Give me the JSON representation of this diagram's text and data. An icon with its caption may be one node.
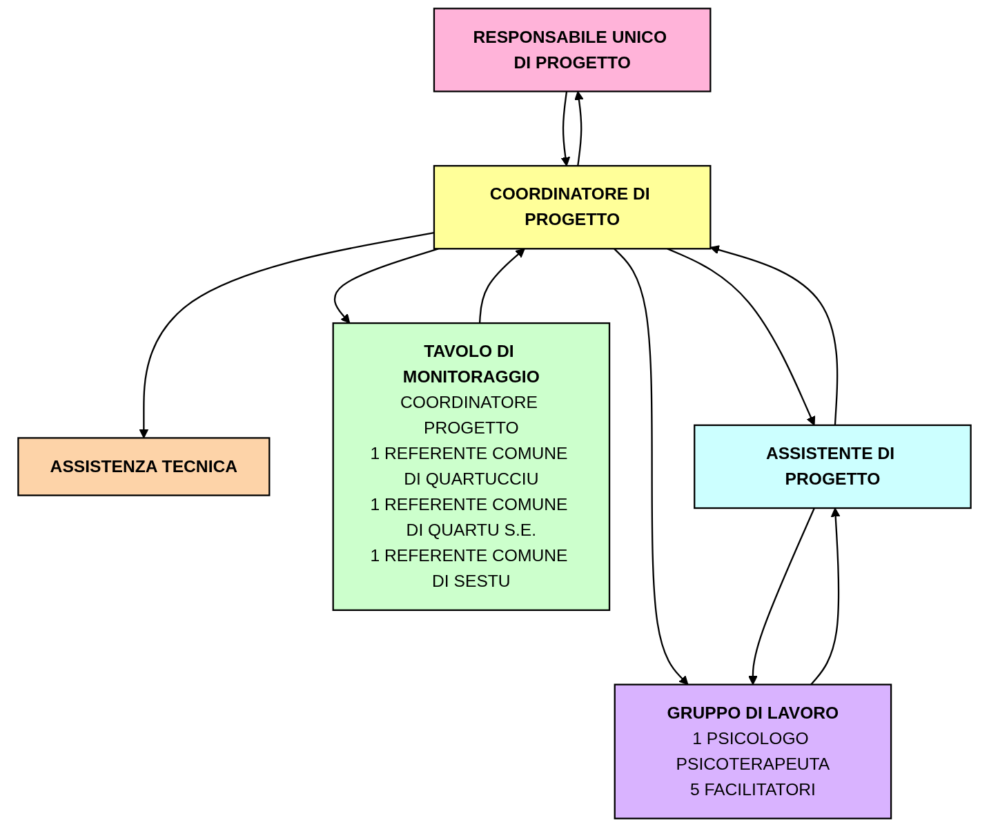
{
  "diagram": {
    "nodes": [
      {
        "text": [
          "RESPONSABILE UNICO DI PROGETTO"
        ]
      },
      {
        "text": [
          "ASSISTENZA TECNICA"
        ]
      },
      {
        "text": [
          "COORDINATORE DI PROGETTO"
        ]
      },
      {
        "text": [
          "TAVOLO DI MONITORAGGIO",
          "COORDINATORE PROGETTO",
          "1 REFERENTE COMUNE DI QUARTUCCIU",
          "1 REFERENTE COMUNE DI QUARTU S.E.",
          "1 REFERENTE COMUNE DI SESTU"
        ]
      },
      {
        "text": [
          "ASSISTENTE DI PROGETTO"
        ]
      },
      {
        "text": [
          "GRUPPO DI LAVORO",
          "1 PSICOLOGO PSICOTERAPEUTA",
          "5 FACILITATORI"
        ]
      }
    ],
    "edges": [
      {
        "from": 0,
        "to": 2,
        "arrow": "to"
      },
      {
        "from": 2,
        "to": 0,
        "arrow": "to"
      },
      {
        "from": 2,
        "to": 1,
        "arrow": "to"
      },
      {
        "from": 3,
        "to": 2,
        "arrow": "to"
      },
      {
        "from": 2,
        "to": 3,
        "arrow": "to"
      },
      {
        "from": 2,
        "to": 4,
        "arrow": "to"
      },
      {
        "from": 4,
        "to": 2,
        "arrow": "to"
      },
      {
        "from": 2,
        "to": 5,
        "arrow": "to"
      },
      {
        "from": 4,
        "to": 5,
        "arrow": "to"
      },
      {
        "from": 5,
        "to": 4,
        "arrow": "to"
      }
    ]
  }
}
